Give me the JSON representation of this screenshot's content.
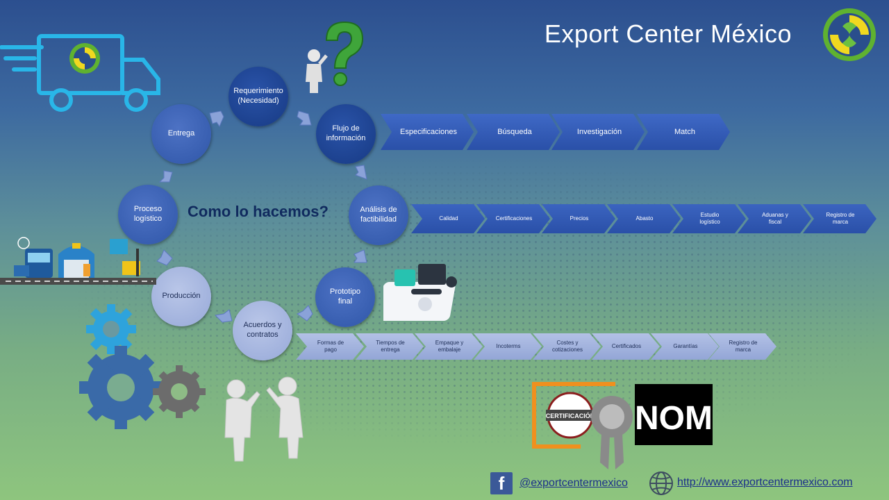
{
  "header": {
    "title": "Export Center México"
  },
  "center_question": "Como lo  hacemos?",
  "cycle": [
    {
      "id": "requerimiento",
      "label": "Requerimiento\n(Necesidad)"
    },
    {
      "id": "flujo",
      "label": "Flujo de\ninformación"
    },
    {
      "id": "analisis",
      "label": "Análisis de\nfactibilidad"
    },
    {
      "id": "prototipo",
      "label": "Prototipo\nfinal"
    },
    {
      "id": "acuerdos",
      "label": "Acuerdos y\ncontratos"
    },
    {
      "id": "produccion",
      "label": "Producción"
    },
    {
      "id": "proceso",
      "label": "Proceso\nlogístico"
    },
    {
      "id": "entrega",
      "label": "Entrega"
    }
  ],
  "flujo_steps": [
    "Especificaciones",
    "Búsqueda",
    "Investigación",
    "Match"
  ],
  "analisis_steps": [
    "Calidad",
    "Certificaciones",
    "Precios",
    "Abasto",
    "Estudio\nlogístico",
    "Aduanas y\nfiscal",
    "Registro de\nmarca"
  ],
  "acuerdos_steps": [
    "Formas de\npago",
    "Tiempos de\nentrega",
    "Empaque y\nembalaje",
    "Incoterms",
    "Costes y\ncotizaciones",
    "Certificados",
    "Garantías",
    "Registro de\nmarca"
  ],
  "badges": {
    "certificacion": "CERTIFICACIÓN",
    "nom": "NOM"
  },
  "footer": {
    "facebook": "@exportcentermexico",
    "website": "http://www.exportcentermexico.com"
  },
  "icons": [
    "truck-icon",
    "logo-icon",
    "question-mark-icon",
    "gears-icon",
    "warehouse-icon",
    "app-mockup-icon",
    "handshake-figures-icon",
    "certification-badge-icon",
    "facebook-icon",
    "globe-icon"
  ],
  "colors": {
    "accent_blue": "#2a50a8",
    "logo_green": "#6ab82e",
    "logo_yellow": "#e8d21a",
    "truck_cyan": "#29b6e8"
  }
}
